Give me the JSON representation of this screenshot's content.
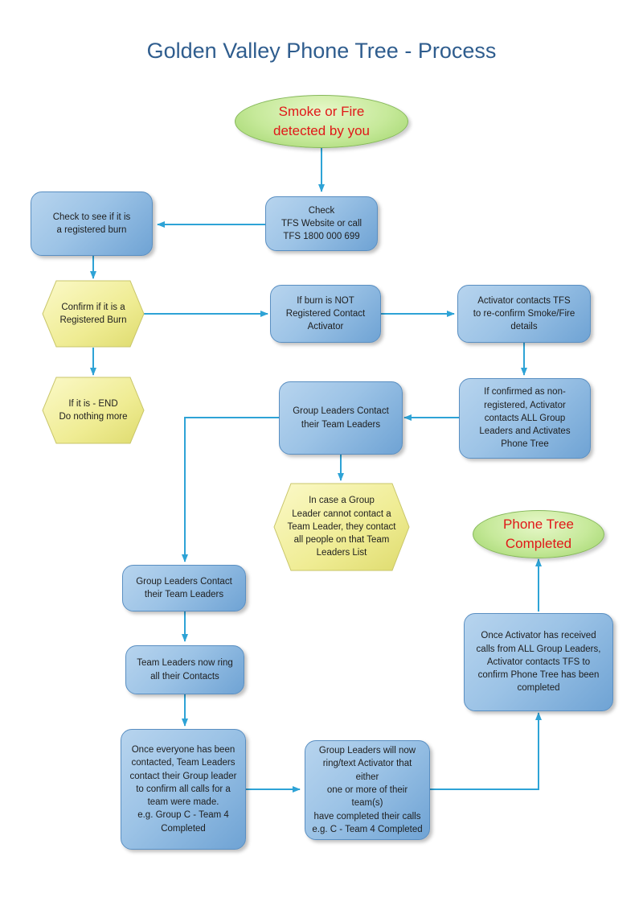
{
  "title": "Golden Valley Phone Tree - Process",
  "colors": {
    "title": "#2f5d8e",
    "connector": "#2ea3d6",
    "process_fill": "#9cc3e6",
    "decision_fill": "#f1ee9a",
    "terminator_fill": "#c6e99a",
    "terminator_text": "#e01818"
  },
  "nodes": {
    "start": "Smoke or Fire\ndetected by you",
    "check_tfs": "Check\nTFS Website or call\nTFS 1800 000 699",
    "check_registered": "Check to see if it is\na registered burn",
    "confirm_registered": "Confirm if it is a\nRegistered Burn",
    "if_end": "If it is - END\nDo nothing more",
    "not_registered": "If burn is NOT\nRegistered Contact\nActivator",
    "activator_reconfirm": "Activator contacts TFS\nto re-confirm Smoke/Fire\ndetails",
    "confirmed_nonreg": "If confirmed as non-\nregistered, Activator\ncontacts ALL Group\nLeaders and Activates\nPhone Tree",
    "group_contact_team_1": "Group Leaders Contact\ntheir Team Leaders",
    "in_case": "In case a Group\nLeader cannot contact a\nTeam Leader, they contact\nall people on that Team\nLeaders List",
    "group_contact_team_2": "Group Leaders Contact\ntheir Team Leaders",
    "team_ring": "Team Leaders now ring\nall  their Contacts",
    "once_everyone": "Once everyone has been\ncontacted, Team Leaders\ncontact their Group leader\nto confirm all calls for a\nteam were made.\ne.g.  Group C - Team 4\nCompleted",
    "group_text_activator": "Group Leaders will now\nring/text Activator that either\none or more of their team(s)\nhave completed their calls\ne.g. C - Team 4 Completed",
    "activator_received": "Once Activator has received\ncalls from ALL Group Leaders,\nActivator contacts TFS to\nconfirm Phone Tree has been\ncompleted",
    "end": "Phone Tree\nCompleted"
  }
}
